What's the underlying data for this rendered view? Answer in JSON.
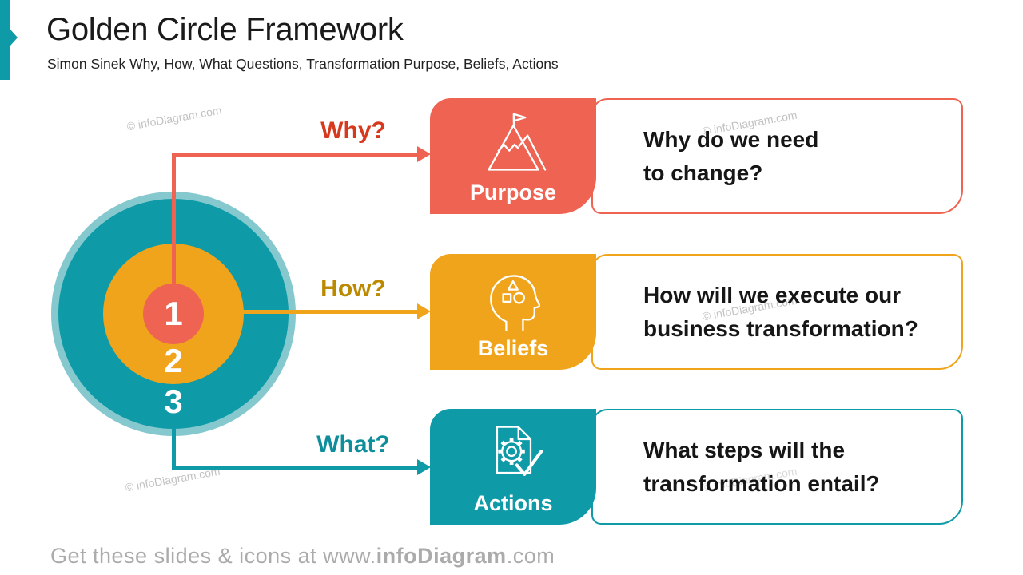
{
  "slide": {
    "title": "Golden Circle Framework",
    "subtitle": "Simon Sinek Why, How, What Questions, Transformation Purpose, Beliefs, Actions",
    "watermark": "© infoDiagram.com",
    "footer": {
      "prefix": "Get these slides & icons at www.",
      "brand": "infoDiagram",
      "suffix": ".com"
    }
  },
  "colors": {
    "coral": "#EE6352",
    "orange": "#F0A41C",
    "teal": "#0E9AA7",
    "light-teal": "#85C9CF",
    "title-text": "#1A1A1A",
    "body-text": "#161616",
    "footer-gray": "#ABABAB",
    "watermark-gray": "#8F8F8F"
  },
  "diagram": {
    "numbers": [
      "1",
      "2",
      "3"
    ]
  },
  "rows": [
    {
      "question": "Why?",
      "question_color": "#D6391D",
      "label": "Purpose",
      "icon": "mountain-flag-icon",
      "color": "#EE6352",
      "line1": "Why do we need",
      "line2": "to change?"
    },
    {
      "question": "How?",
      "question_color": "#BC8A00",
      "label": "Beliefs",
      "icon": "head-ideas-icon",
      "color": "#F0A41C",
      "line1": "How will we execute our",
      "line2": "business transformation?"
    },
    {
      "question": "What?",
      "question_color": "#0E8E9B",
      "label": "Actions",
      "icon": "document-gear-check-icon",
      "color": "#0E9AA7",
      "line1": "What steps will the",
      "line2": "transformation entail?"
    }
  ]
}
